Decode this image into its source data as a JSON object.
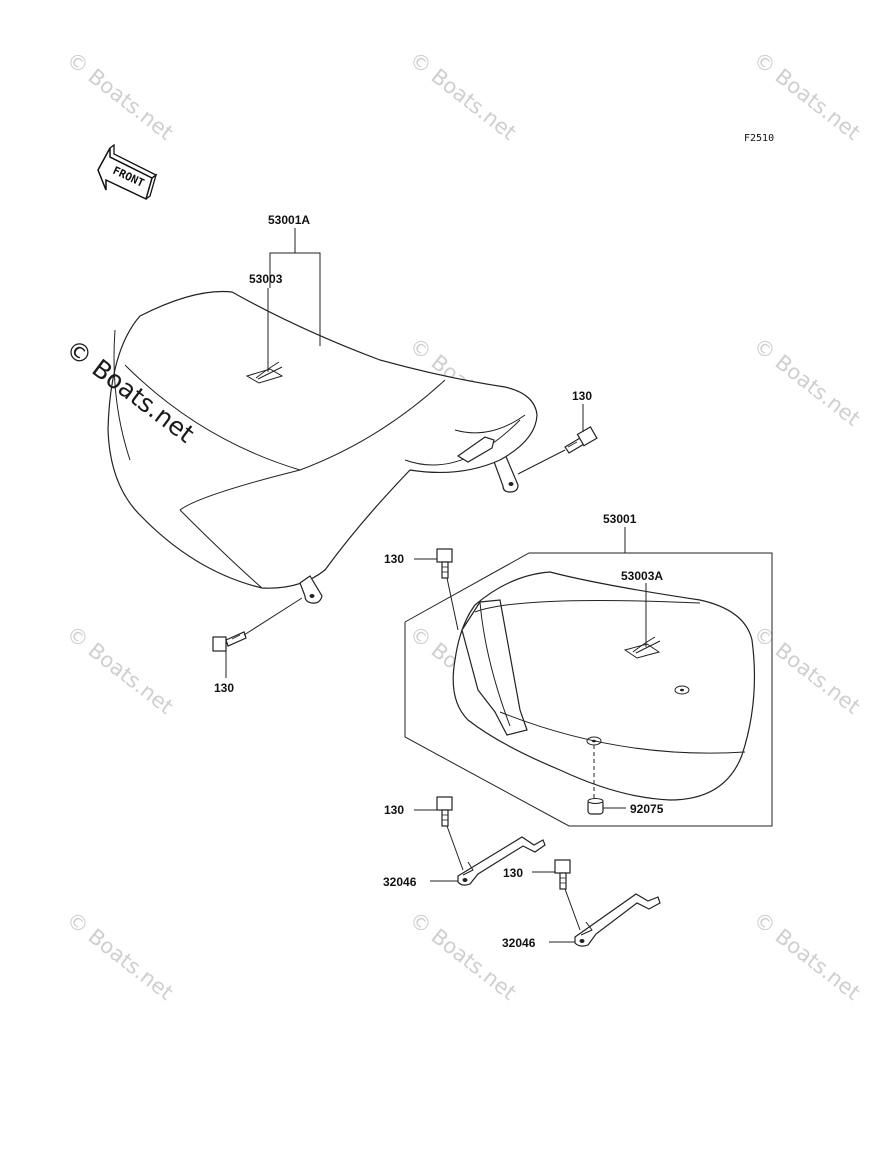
{
  "diagram": {
    "figure_code": "F2510",
    "front_label": "FRONT",
    "watermark": "© Boats.net",
    "callouts": {
      "seat_assy_rider": "53001A",
      "label_rider": "53003",
      "bolt_rear_rider": "130",
      "bolt_front_rider": "130",
      "seat_assy_passenger": "53001",
      "label_passenger": "53003A",
      "bolt_passenger": "130",
      "damper": "92075",
      "bolt_bracket_1": "130",
      "bracket_1": "32046",
      "bolt_bracket_2": "130",
      "bracket_2": "32046"
    }
  }
}
